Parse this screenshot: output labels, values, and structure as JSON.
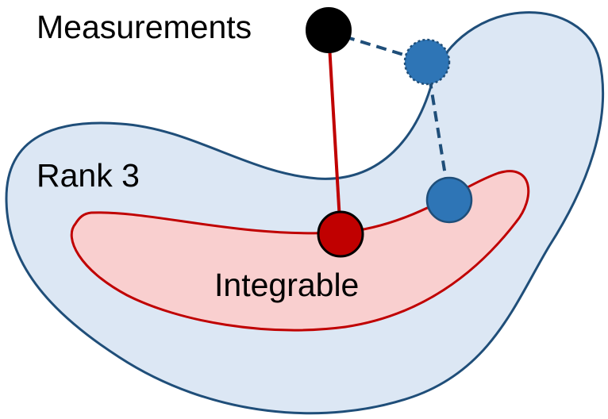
{
  "labels": {
    "measurements": "Measurements",
    "rank3": "Rank 3",
    "integrable": "Integrable"
  },
  "colors": {
    "rank3_fill": "#dce7f4",
    "rank3_stroke": "#1f4e79",
    "integrable_fill": "#f9cfcf",
    "integrable_stroke": "#c00000",
    "measurement_point": "#000000",
    "integrable_point": "#c00000",
    "rank3_point": "#2e75b6",
    "solid_connector": "#c00000",
    "dashed_connector": "#1f4e79"
  }
}
